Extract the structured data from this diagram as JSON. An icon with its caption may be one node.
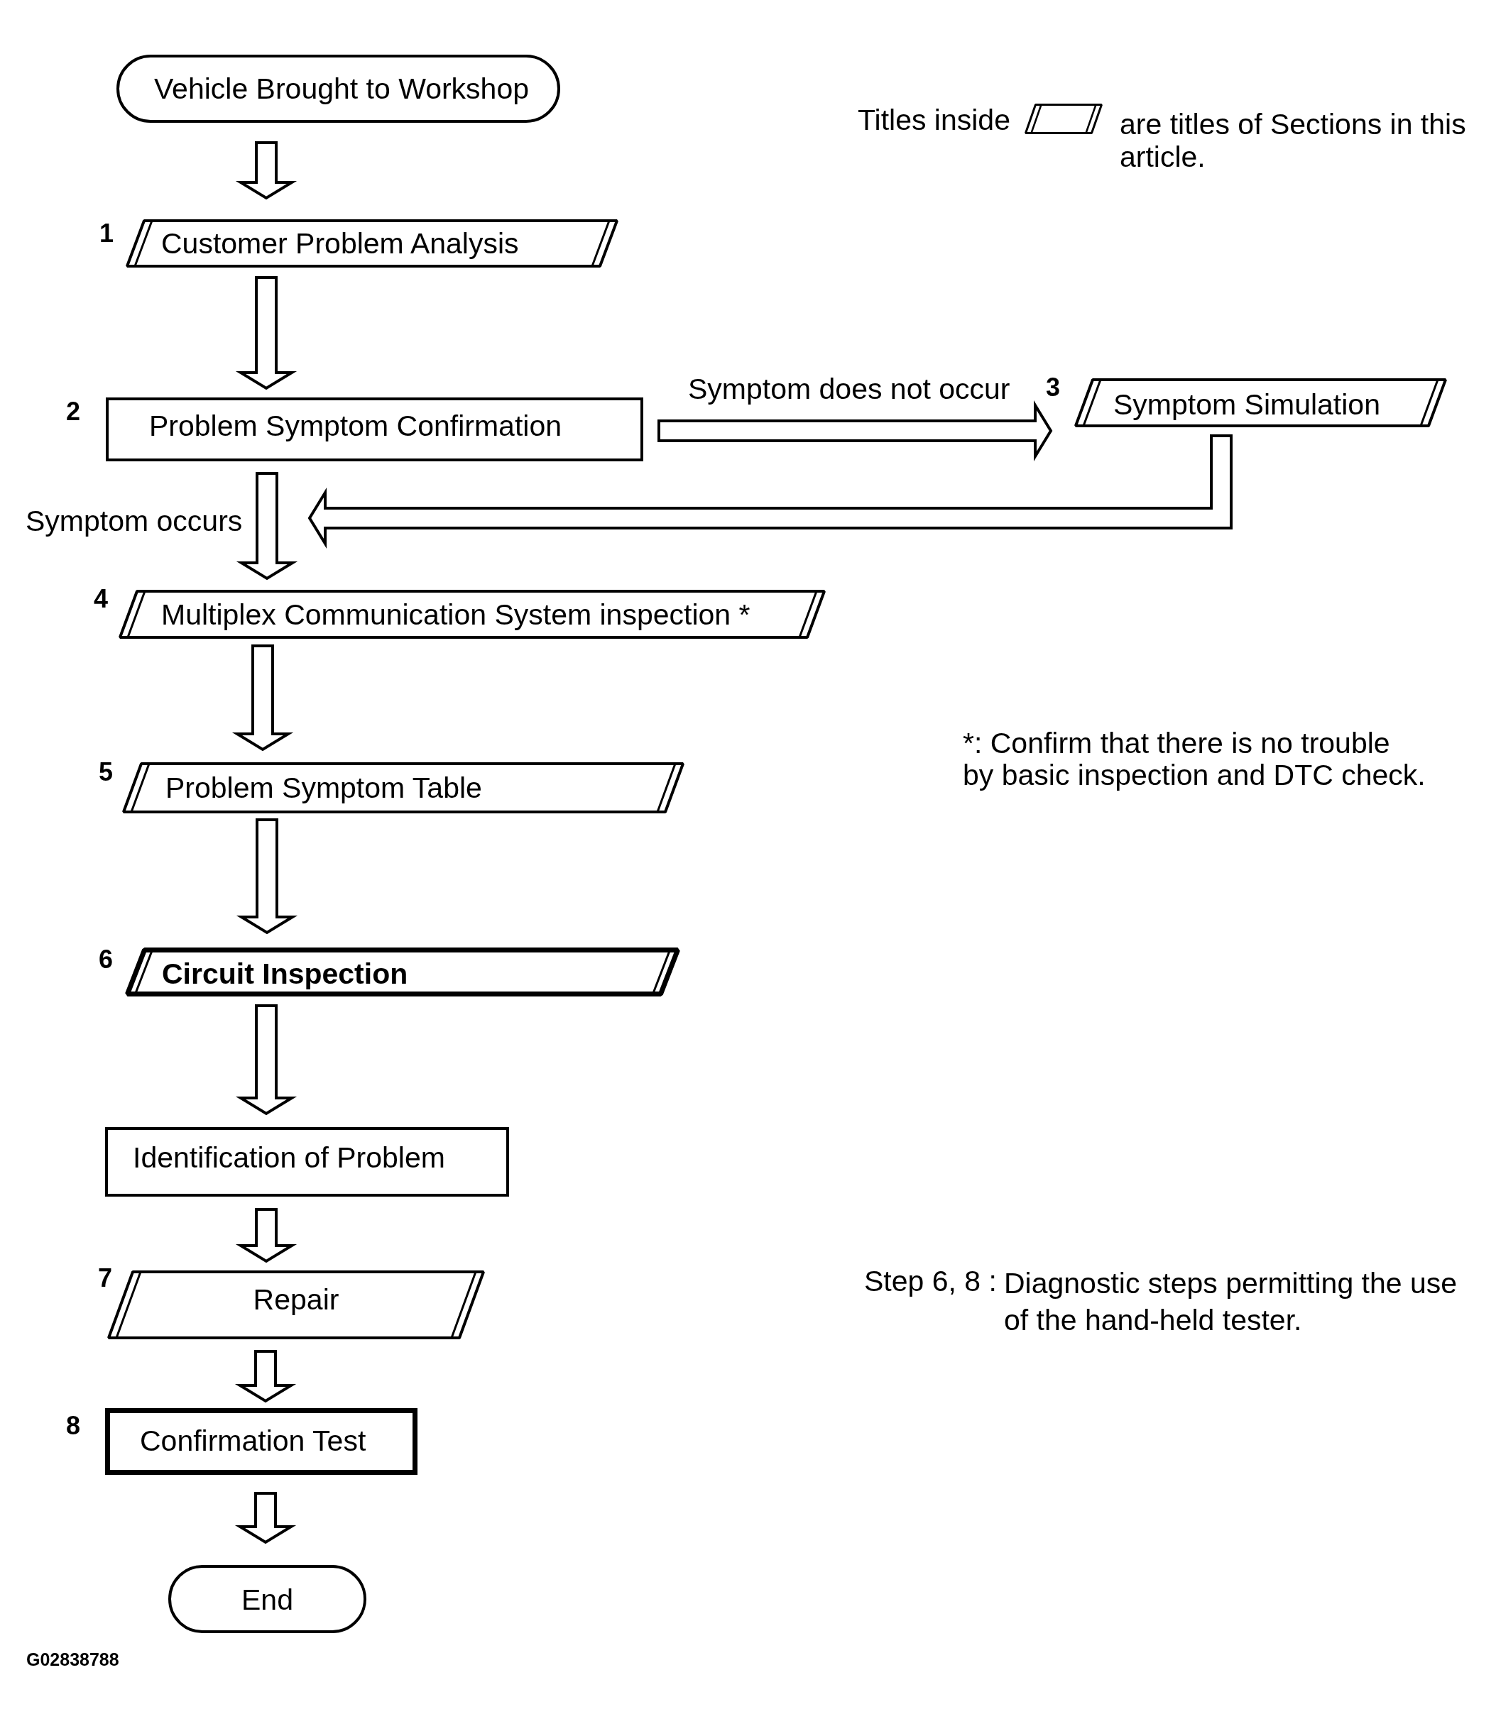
{
  "diagram": {
    "nodes": [
      {
        "text": [
          "Vehicle Brought to Workshop"
        ]
      },
      {
        "text": [
          "Customer Problem Analysis"
        ],
        "beside": [
          "1"
        ]
      },
      {
        "text": [
          "Problem Symptom Confirmation"
        ],
        "beside": [
          "2"
        ]
      },
      {
        "text": [
          "Symptom Simulation"
        ],
        "beside": [
          "3"
        ]
      },
      {
        "text": [
          "Multiplex Communication System inspection *"
        ],
        "beside": [
          "4"
        ]
      },
      {
        "text": [
          "Problem Symptom Table"
        ],
        "beside": [
          "5"
        ]
      },
      {
        "text": [
          "Circuit Inspection"
        ],
        "beside": [
          "6"
        ]
      },
      {
        "text": [
          "Identification of Problem"
        ]
      },
      {
        "text": [
          "Repair"
        ],
        "beside": [
          "7"
        ]
      },
      {
        "text": [
          "Confirmation Test"
        ],
        "beside": [
          "8"
        ]
      },
      {
        "text": [
          "End"
        ]
      }
    ],
    "edges": [
      {
        "from": 0,
        "to": 1,
        "arrow": "to"
      },
      {
        "from": 1,
        "to": 2,
        "arrow": "to"
      },
      {
        "from": 2,
        "to": 3,
        "arrow": "to",
        "label": "Symptom does not occur"
      },
      {
        "from": 2,
        "to": 4,
        "arrow": "to",
        "label": "Symptom occurs"
      },
      {
        "from": 3,
        "to": 4,
        "arrow": "to"
      },
      {
        "from": 4,
        "to": 5,
        "arrow": "to"
      },
      {
        "from": 5,
        "to": 6,
        "arrow": "to"
      },
      {
        "from": 6,
        "to": 7,
        "arrow": "to"
      },
      {
        "from": 7,
        "to": 8,
        "arrow": "to"
      },
      {
        "from": 8,
        "to": 9,
        "arrow": "to"
      },
      {
        "from": 9,
        "to": 10,
        "arrow": "to"
      }
    ],
    "labels": [
      "Titles inside",
      "are titles of Sections in this article.",
      "*: Confirm that there is no trouble by basic inspection and DTC check.",
      "Step 6, 8 :",
      "Diagnostic steps permitting the use of the hand-held tester.",
      "G02838788"
    ]
  }
}
